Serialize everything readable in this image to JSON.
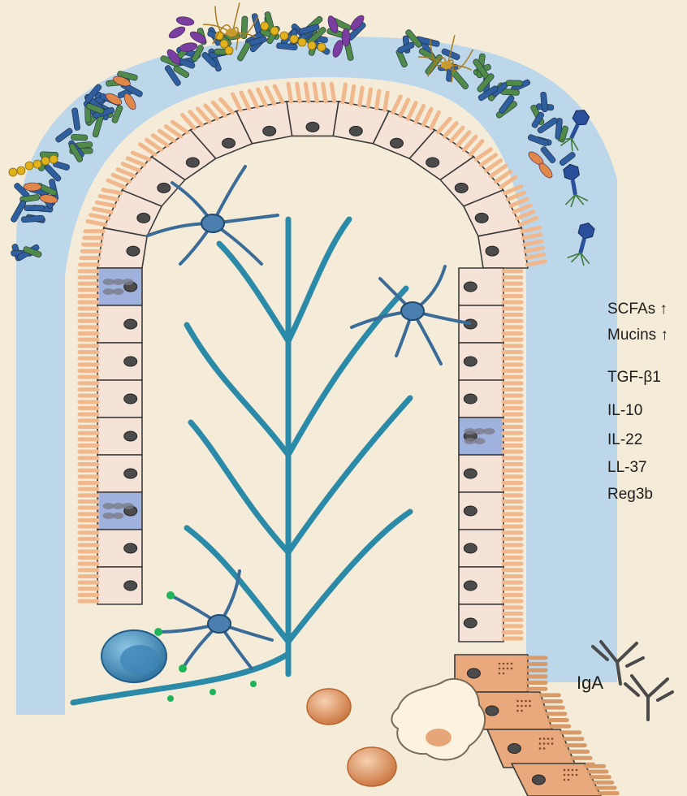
{
  "labels": {
    "scfas": "SCFAs ↑",
    "mucins": "Mucins ↑",
    "tgf_b1": "TGF-β1",
    "il10": "IL-10",
    "il22": "IL-22",
    "ll37": "LL-37",
    "reg3b": "Reg3b",
    "iga": "IgA"
  },
  "colors": {
    "background": "#f4ecd8",
    "mucus": "#bdd7ea",
    "epithelial_cell": "#f6e3d8",
    "goblet_cell": "#9fb2de",
    "paneth_cell": "#e9a97c",
    "microvilli": "#f0b88c",
    "nucleus": "#4b4b4b",
    "lacteal": "#2b8aa8",
    "dendritic_cell": "#3b6c98",
    "bacteria_blue": "#2f5f9e",
    "bacteria_green": "#4f8a4b",
    "bacteria_purple": "#7a3ea0",
    "bacteria_orange": "#e0874a",
    "cocci_chain": "#e2b21c"
  }
}
